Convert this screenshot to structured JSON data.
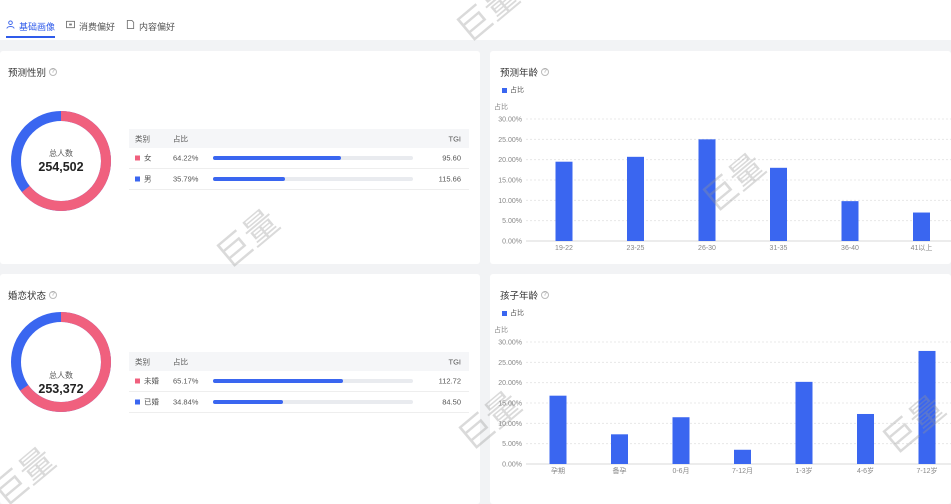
{
  "tabs": [
    {
      "label": "基础画像",
      "icon": "user-icon",
      "active": true
    },
    {
      "label": "消费偏好",
      "icon": "wallet-icon",
      "active": false
    },
    {
      "label": "内容偏好",
      "icon": "document-icon",
      "active": false
    }
  ],
  "gender": {
    "title": "预测性别",
    "total_label": "总人数",
    "total": "254,502",
    "columns": [
      "类别",
      "占比",
      "TGI"
    ],
    "rows": [
      {
        "label": "女",
        "pct": "64.22%",
        "ratio": 0.6422,
        "tgi": "95.60",
        "color": "#f0607e"
      },
      {
        "label": "男",
        "pct": "35.79%",
        "ratio": 0.3579,
        "tgi": "115.66",
        "color": "#3a66f0"
      }
    ]
  },
  "marital": {
    "title": "婚恋状态",
    "total_label": "总人数",
    "total": "253,372",
    "columns": [
      "类别",
      "占比",
      "TGI"
    ],
    "rows": [
      {
        "label": "未婚",
        "pct": "65.17%",
        "ratio": 0.6517,
        "tgi": "112.72",
        "color": "#f0607e"
      },
      {
        "label": "已婚",
        "pct": "34.84%",
        "ratio": 0.3484,
        "tgi": "84.50",
        "color": "#3a66f0"
      }
    ]
  },
  "chart_data": [
    {
      "type": "bar",
      "title": "预测年龄",
      "legend": "占比",
      "ylabel": "占比",
      "categories": [
        "19-22",
        "23-25",
        "26-30",
        "31-35",
        "36-40",
        "41以上"
      ],
      "values": [
        19.5,
        20.7,
        25.0,
        18.0,
        9.8,
        7.0
      ],
      "yticks": [
        "30.00%",
        "25.00%",
        "20.00%",
        "15.00%",
        "10.00%",
        "5.00%",
        "0.00%"
      ],
      "ylim": [
        0,
        30
      ],
      "color": "#3a66f0",
      "grid": true,
      "legend_position": "top-left"
    },
    {
      "type": "bar",
      "title": "孩子年龄",
      "legend": "占比",
      "ylabel": "占比",
      "categories": [
        "孕期",
        "备孕",
        "0-6月",
        "7-12月",
        "1-3岁",
        "4-6岁",
        "7-12岁"
      ],
      "values": [
        16.8,
        7.3,
        11.5,
        3.5,
        20.2,
        12.3,
        27.8
      ],
      "yticks": [
        "30.00%",
        "25.00%",
        "20.00%",
        "15.00%",
        "10.00%",
        "5.00%",
        "0.00%"
      ],
      "ylim": [
        0,
        30
      ],
      "color": "#3a66f0",
      "grid": true,
      "legend_position": "top-left"
    }
  ],
  "watermark": "巨量"
}
